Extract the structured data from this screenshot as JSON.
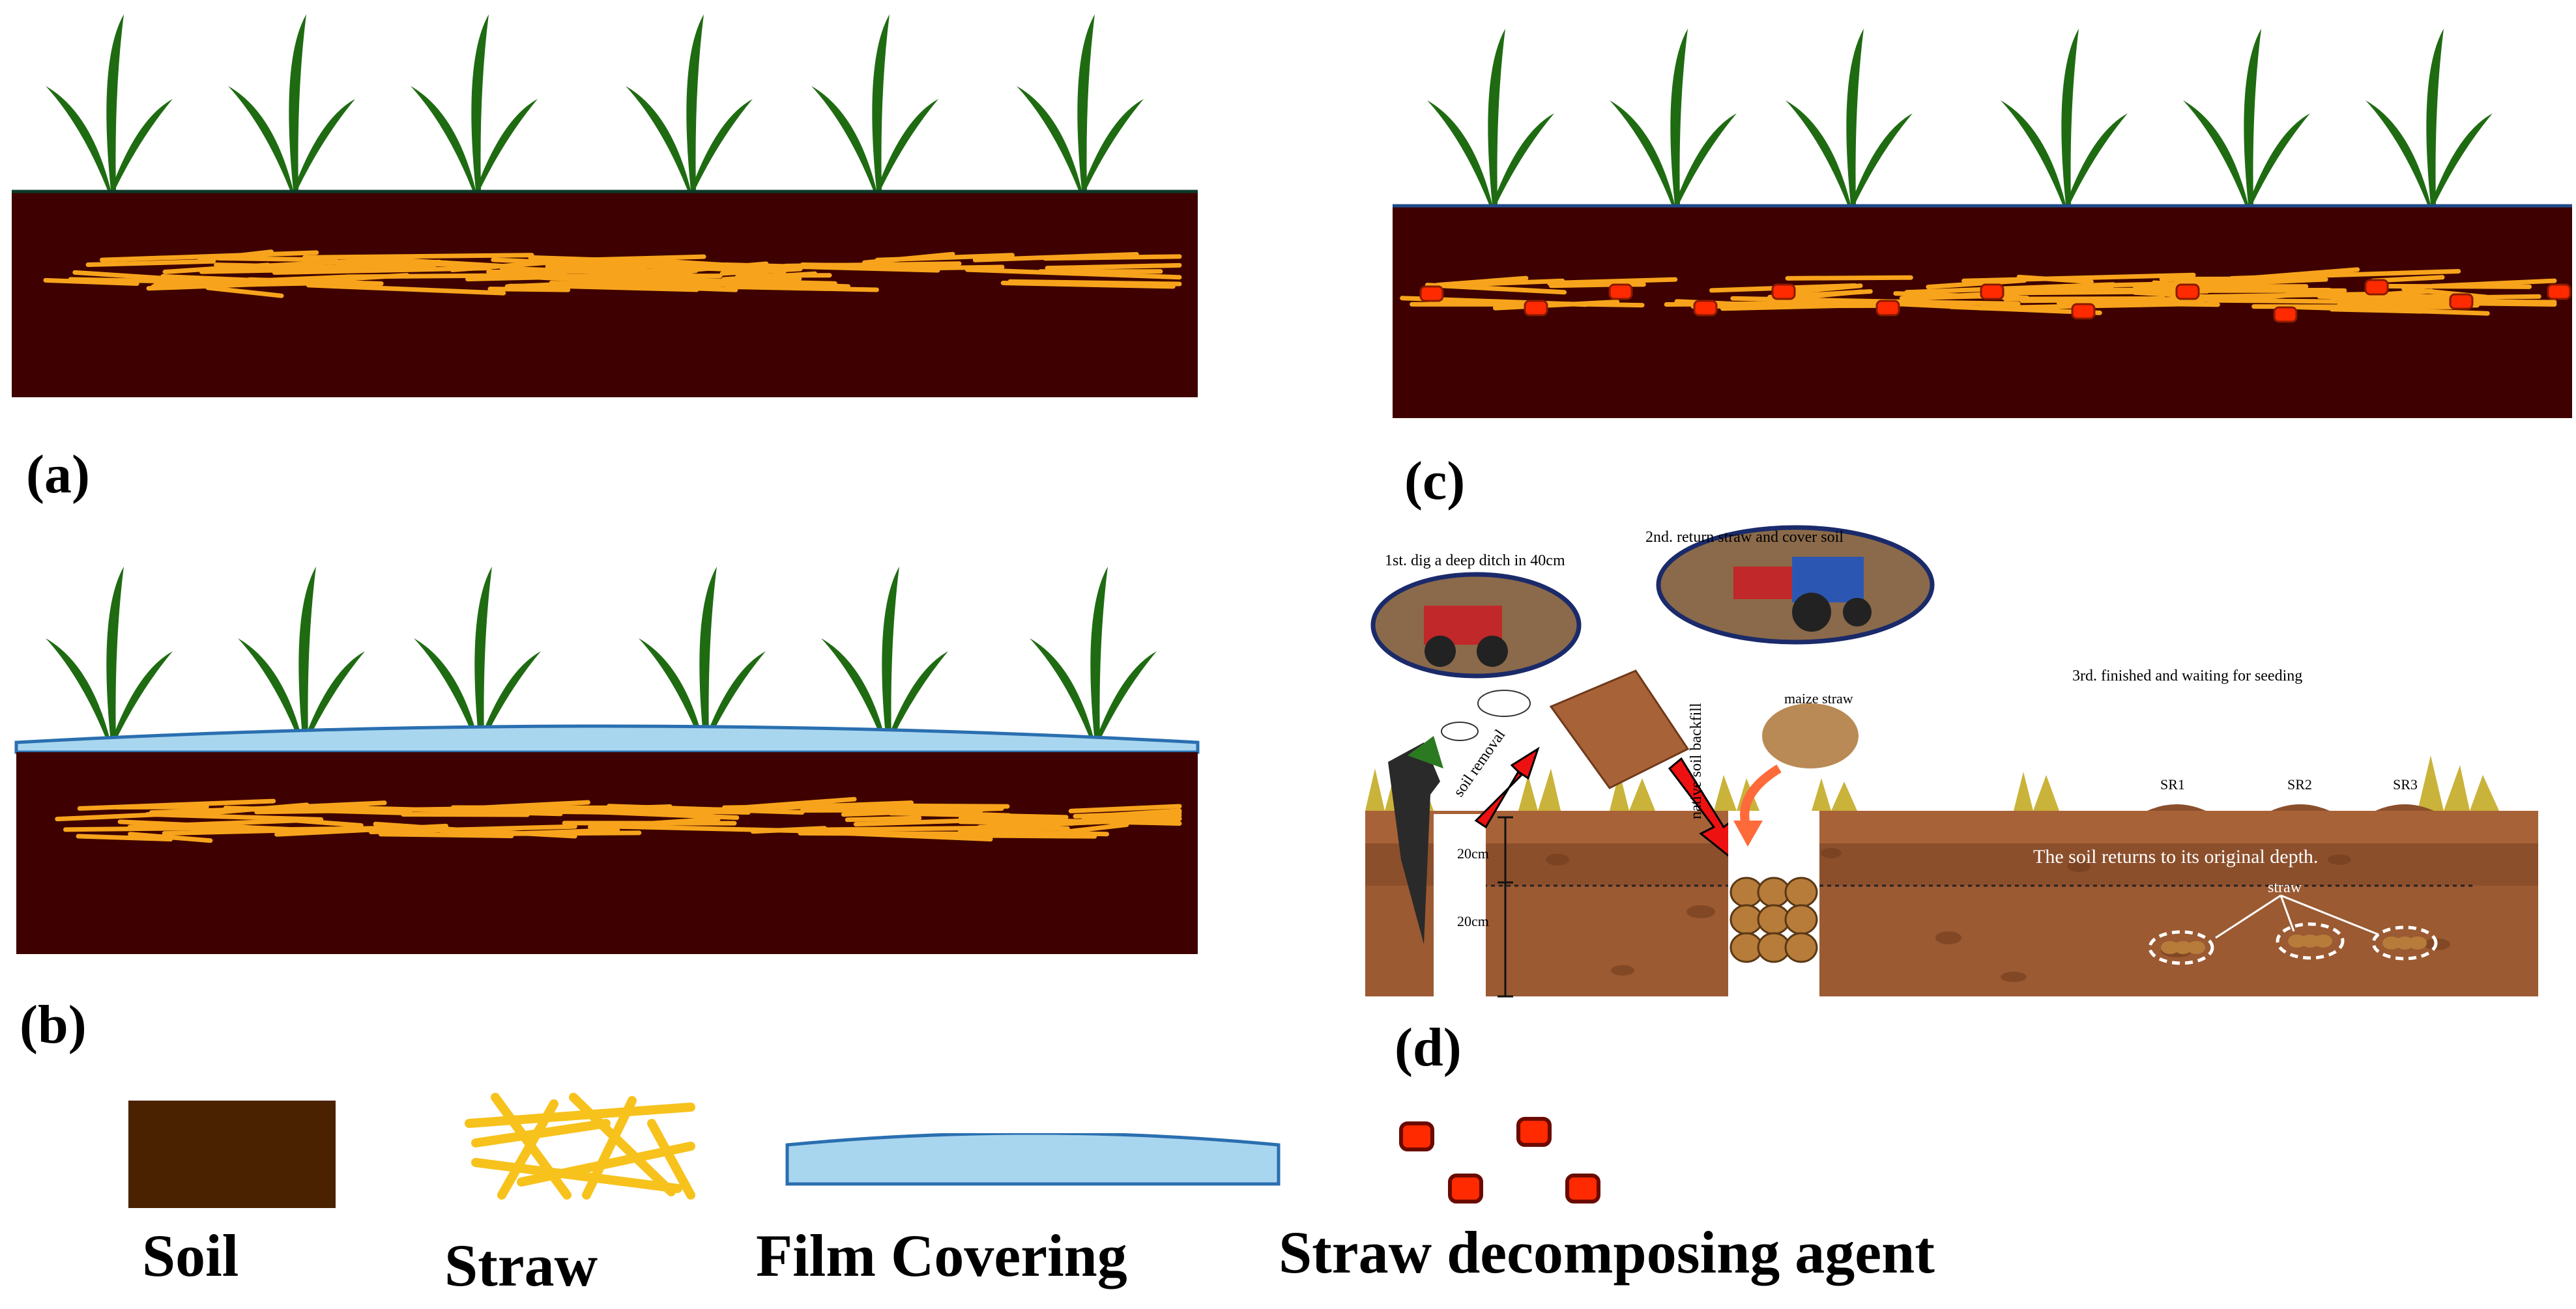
{
  "panels": {
    "a": {
      "label": "(a)"
    },
    "b": {
      "label": "(b)"
    },
    "c": {
      "label": "(c)"
    },
    "d": {
      "label": "(d)",
      "step1": "1st. dig a deep ditch in 40cm",
      "step2": "2nd. return straw and cover soil",
      "step3": "3rd. finished and waiting for seeding",
      "soil_removal": "soil removal",
      "native_soil_backfill": "native soil backfill",
      "maize_straw": "maize straw",
      "depth_upper": "20cm",
      "depth_lower": "20cm",
      "sr1": "SR1",
      "sr2": "SR2",
      "sr3": "SR3",
      "soil_returns": "The soil returns to its original depth.",
      "straw": "straw"
    }
  },
  "legend": {
    "soil": "Soil",
    "straw": "Straw",
    "film": "Film Covering",
    "agent": "Straw decomposing agent"
  },
  "colors": {
    "soil_panel": "#3e0000",
    "soil_legend": "#4a2200",
    "straw": "#f7a41c",
    "film": "#a9d6ef",
    "film_edge": "#2a6fb0",
    "plant": "#1f6b12",
    "agent": "#ff2a00",
    "trench_soil": "#9b5a32"
  }
}
